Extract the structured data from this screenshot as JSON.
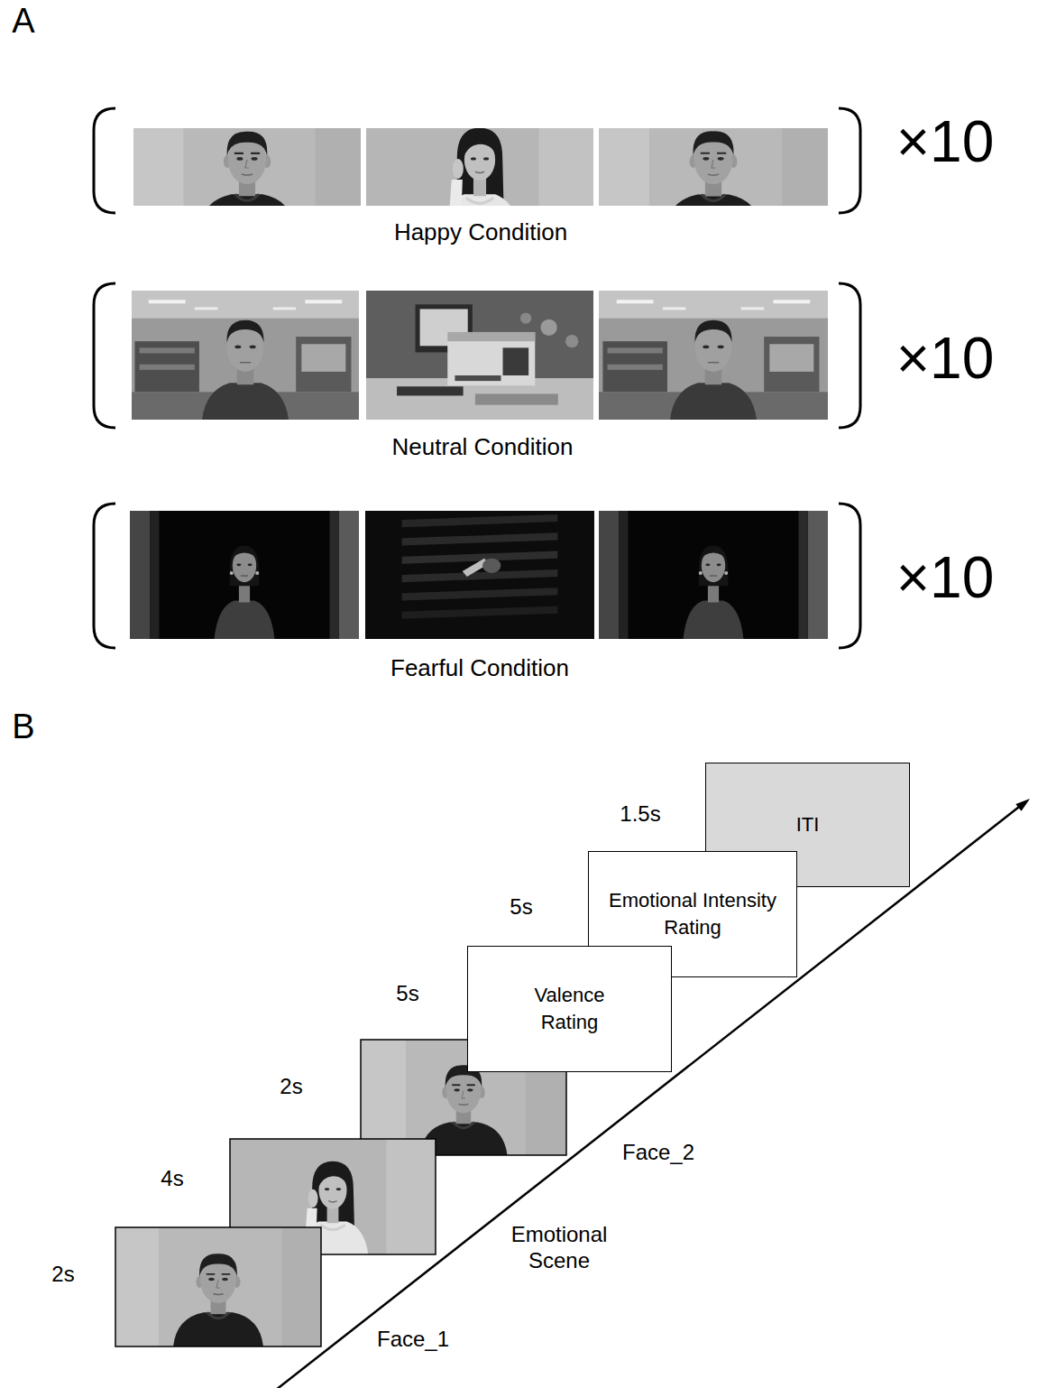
{
  "diagram": {
    "nodes": [
      {
        "text": [
          "Valence Rating"
        ]
      },
      {
        "text": [
          "Emotional Intensity Rating"
        ]
      },
      {
        "text": [
          "ITI"
        ]
      }
    ],
    "labels": [
      "A",
      "×10",
      "Happy Condition",
      "×10",
      "Neutral Condition",
      "×10",
      "Fearful Condition",
      "B",
      "1.5s",
      "5s",
      "5s",
      "2s",
      "Face_2",
      "4s",
      "Emotional Scene",
      "2s",
      "Face_1"
    ]
  }
}
